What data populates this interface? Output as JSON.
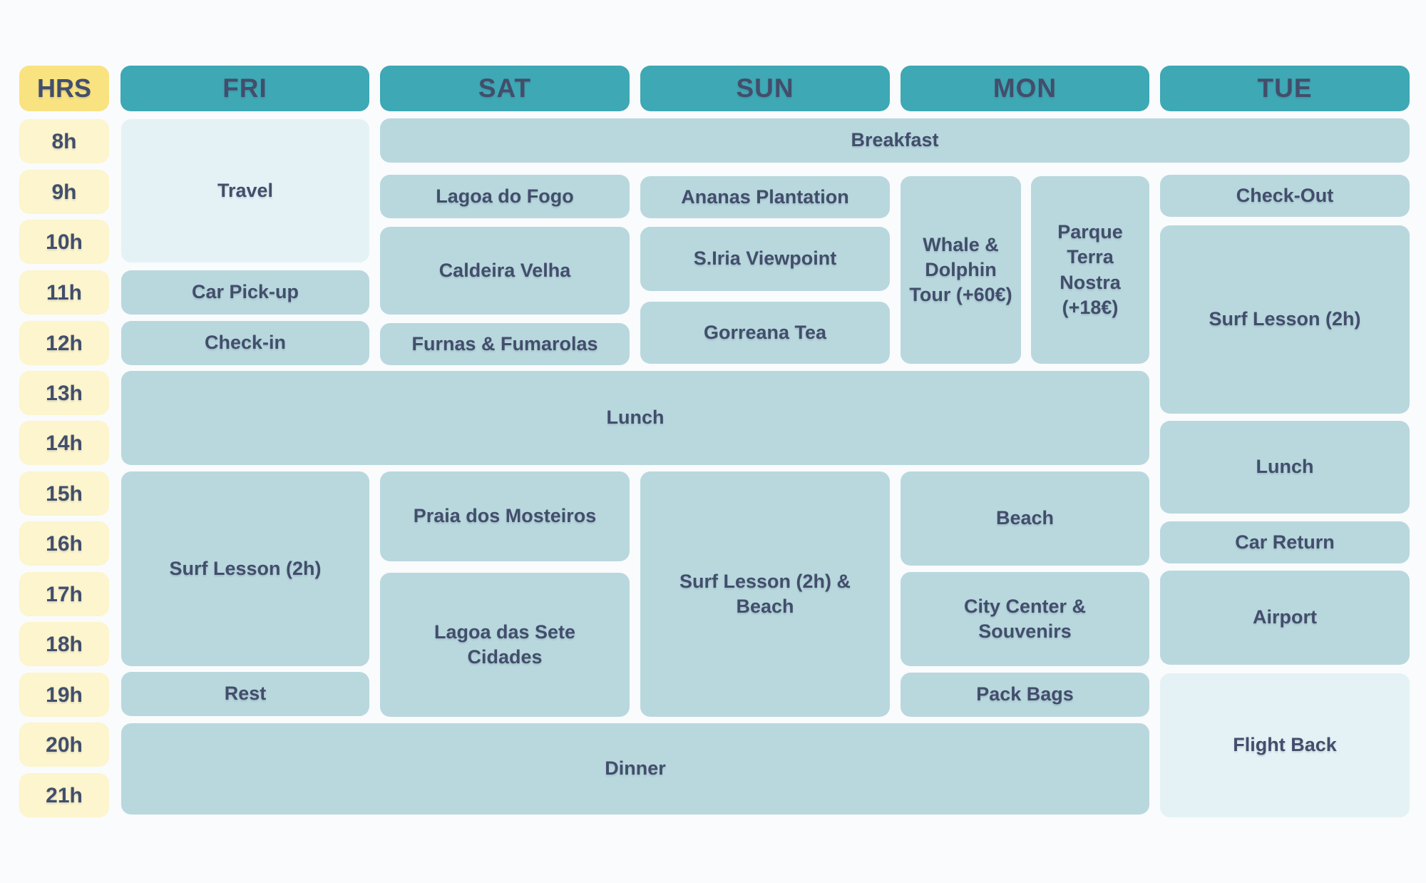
{
  "colors": {
    "background": "#FAFBFC",
    "day_header": "#3EA8B5",
    "hours_header": "#F9E380",
    "hour_cell": "#FCF5CD",
    "activity_block": "#B8D8DE",
    "highlight_block": "#E4F2F5",
    "text": "#424E6B"
  },
  "header": {
    "hours_label": "HRS",
    "days": [
      {
        "label": "FRI"
      },
      {
        "label": "SAT"
      },
      {
        "label": "SUN"
      },
      {
        "label": "MON"
      },
      {
        "label": "TUE"
      }
    ]
  },
  "hours": [
    "8h",
    "9h",
    "10h",
    "11h",
    "12h",
    "13h",
    "14h",
    "15h",
    "16h",
    "17h",
    "18h",
    "19h",
    "20h",
    "21h"
  ],
  "blocks": {
    "breakfast": {
      "label": "Breakfast",
      "days": "SAT-TUE",
      "time": "8h"
    },
    "fri_travel": {
      "label": "Travel",
      "days": "FRI",
      "time": "8h-10h"
    },
    "fri_car_pickup": {
      "label": "Car Pick-up",
      "days": "FRI",
      "time": "11h"
    },
    "fri_checkin": {
      "label": "Check-in",
      "days": "FRI",
      "time": "12h"
    },
    "fri_surf": {
      "label": "Surf Lesson (2h)",
      "days": "FRI",
      "time": "15h-18h"
    },
    "fri_rest": {
      "label": "Rest",
      "days": "FRI",
      "time": "19h"
    },
    "sat_lagoa_fogo": {
      "label": "Lagoa do Fogo",
      "days": "SAT",
      "time": "9h"
    },
    "sat_caldeira": {
      "label": "Caldeira Velha",
      "days": "SAT",
      "time": "10h-11h"
    },
    "sat_furnas": {
      "label": "Furnas & Fumarolas",
      "days": "SAT",
      "time": "12h"
    },
    "sat_praia": {
      "label": "Praia dos Mosteiros",
      "days": "SAT",
      "time": "15h-16h"
    },
    "sat_sete": {
      "label": "Lagoa das Sete Cidades",
      "days": "SAT",
      "time": "17h-19h"
    },
    "sun_ananas": {
      "label": "Ananas Plantation",
      "days": "SUN",
      "time": "9h"
    },
    "sun_siria": {
      "label": "S.Iria Viewpoint",
      "days": "SUN",
      "time": "10h-11h"
    },
    "sun_gorreana": {
      "label": "Gorreana Tea",
      "days": "SUN",
      "time": "11h-12h"
    },
    "sun_surf_beach": {
      "label": "Surf Lesson (2h) & Beach",
      "days": "SUN",
      "time": "15h-19h"
    },
    "mon_whale": {
      "label": "Whale & Dolphin Tour (+60€)",
      "days": "MON",
      "time": "9h-12h"
    },
    "mon_parque": {
      "label": "Parque Terra Nostra (+18€)",
      "days": "MON",
      "time": "9h-12h"
    },
    "mon_beach": {
      "label": "Beach",
      "days": "MON",
      "time": "15h-16h"
    },
    "mon_city": {
      "label": "City Center & Souvenirs",
      "days": "MON",
      "time": "17h-18h"
    },
    "mon_pack": {
      "label": "Pack Bags",
      "days": "MON",
      "time": "19h"
    },
    "lunch_main": {
      "label": "Lunch",
      "days": "FRI-MON",
      "time": "13h-14h"
    },
    "dinner": {
      "label": "Dinner",
      "days": "FRI-MON",
      "time": "20h-21h"
    },
    "tue_checkout": {
      "label": "Check-Out",
      "days": "TUE",
      "time": "9h"
    },
    "tue_surf": {
      "label": "Surf Lesson (2h)",
      "days": "TUE",
      "time": "10h-13h"
    },
    "tue_lunch": {
      "label": "Lunch",
      "days": "TUE",
      "time": "14h-15h"
    },
    "tue_car_return": {
      "label": "Car Return",
      "days": "TUE",
      "time": "16h"
    },
    "tue_airport": {
      "label": "Airport",
      "days": "TUE",
      "time": "17h-18h"
    },
    "tue_flight": {
      "label": "Flight Back",
      "days": "TUE",
      "time": "19h-21h"
    }
  }
}
